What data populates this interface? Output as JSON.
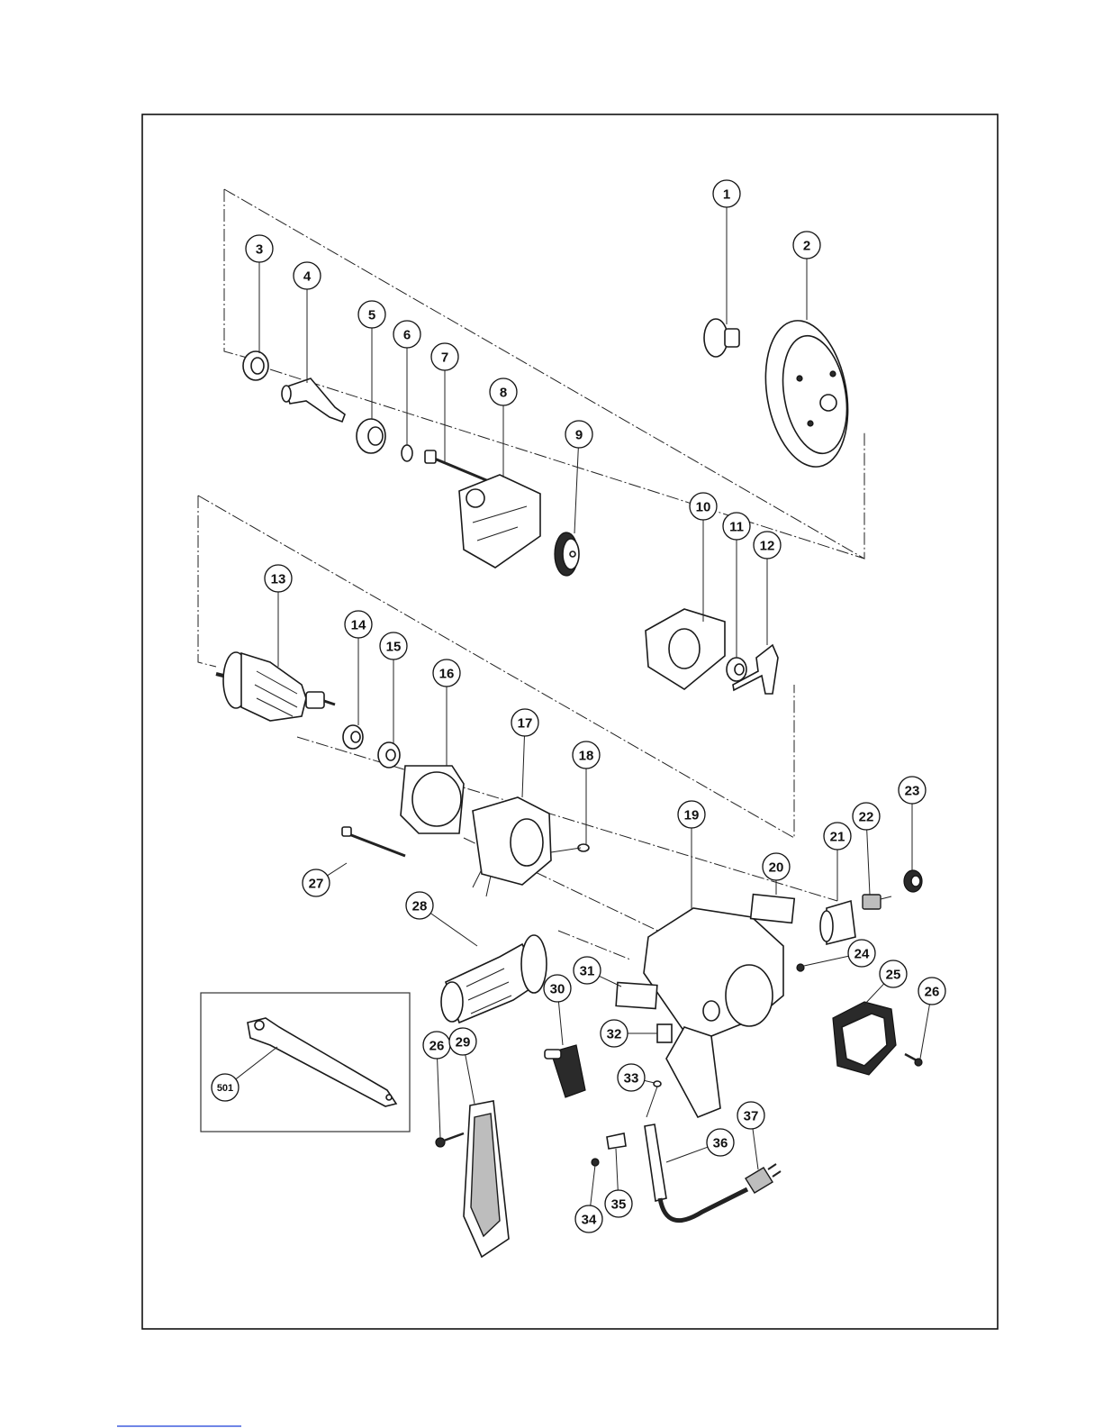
{
  "diagram": {
    "callouts": [
      {
        "id": "1",
        "label": "1"
      },
      {
        "id": "2",
        "label": "2"
      },
      {
        "id": "3",
        "label": "3"
      },
      {
        "id": "4",
        "label": "4"
      },
      {
        "id": "5",
        "label": "5"
      },
      {
        "id": "6",
        "label": "6"
      },
      {
        "id": "7",
        "label": "7"
      },
      {
        "id": "8",
        "label": "8"
      },
      {
        "id": "9",
        "label": "9"
      },
      {
        "id": "10",
        "label": "10"
      },
      {
        "id": "11",
        "label": "11"
      },
      {
        "id": "12",
        "label": "12"
      },
      {
        "id": "13",
        "label": "13"
      },
      {
        "id": "14",
        "label": "14"
      },
      {
        "id": "15",
        "label": "15"
      },
      {
        "id": "16",
        "label": "16"
      },
      {
        "id": "17",
        "label": "17"
      },
      {
        "id": "18",
        "label": "18"
      },
      {
        "id": "19",
        "label": "19"
      },
      {
        "id": "20",
        "label": "20"
      },
      {
        "id": "21",
        "label": "21"
      },
      {
        "id": "22",
        "label": "22"
      },
      {
        "id": "23",
        "label": "23"
      },
      {
        "id": "24",
        "label": "24"
      },
      {
        "id": "25",
        "label": "25"
      },
      {
        "id": "26a",
        "label": "26"
      },
      {
        "id": "26b",
        "label": "26"
      },
      {
        "id": "27",
        "label": "27"
      },
      {
        "id": "28",
        "label": "28"
      },
      {
        "id": "29",
        "label": "29"
      },
      {
        "id": "30",
        "label": "30"
      },
      {
        "id": "31",
        "label": "31"
      },
      {
        "id": "32",
        "label": "32"
      },
      {
        "id": "33",
        "label": "33"
      },
      {
        "id": "34",
        "label": "34"
      },
      {
        "id": "35",
        "label": "35"
      },
      {
        "id": "36",
        "label": "36"
      },
      {
        "id": "37",
        "label": "37"
      },
      {
        "id": "501",
        "label": "501"
      }
    ]
  }
}
